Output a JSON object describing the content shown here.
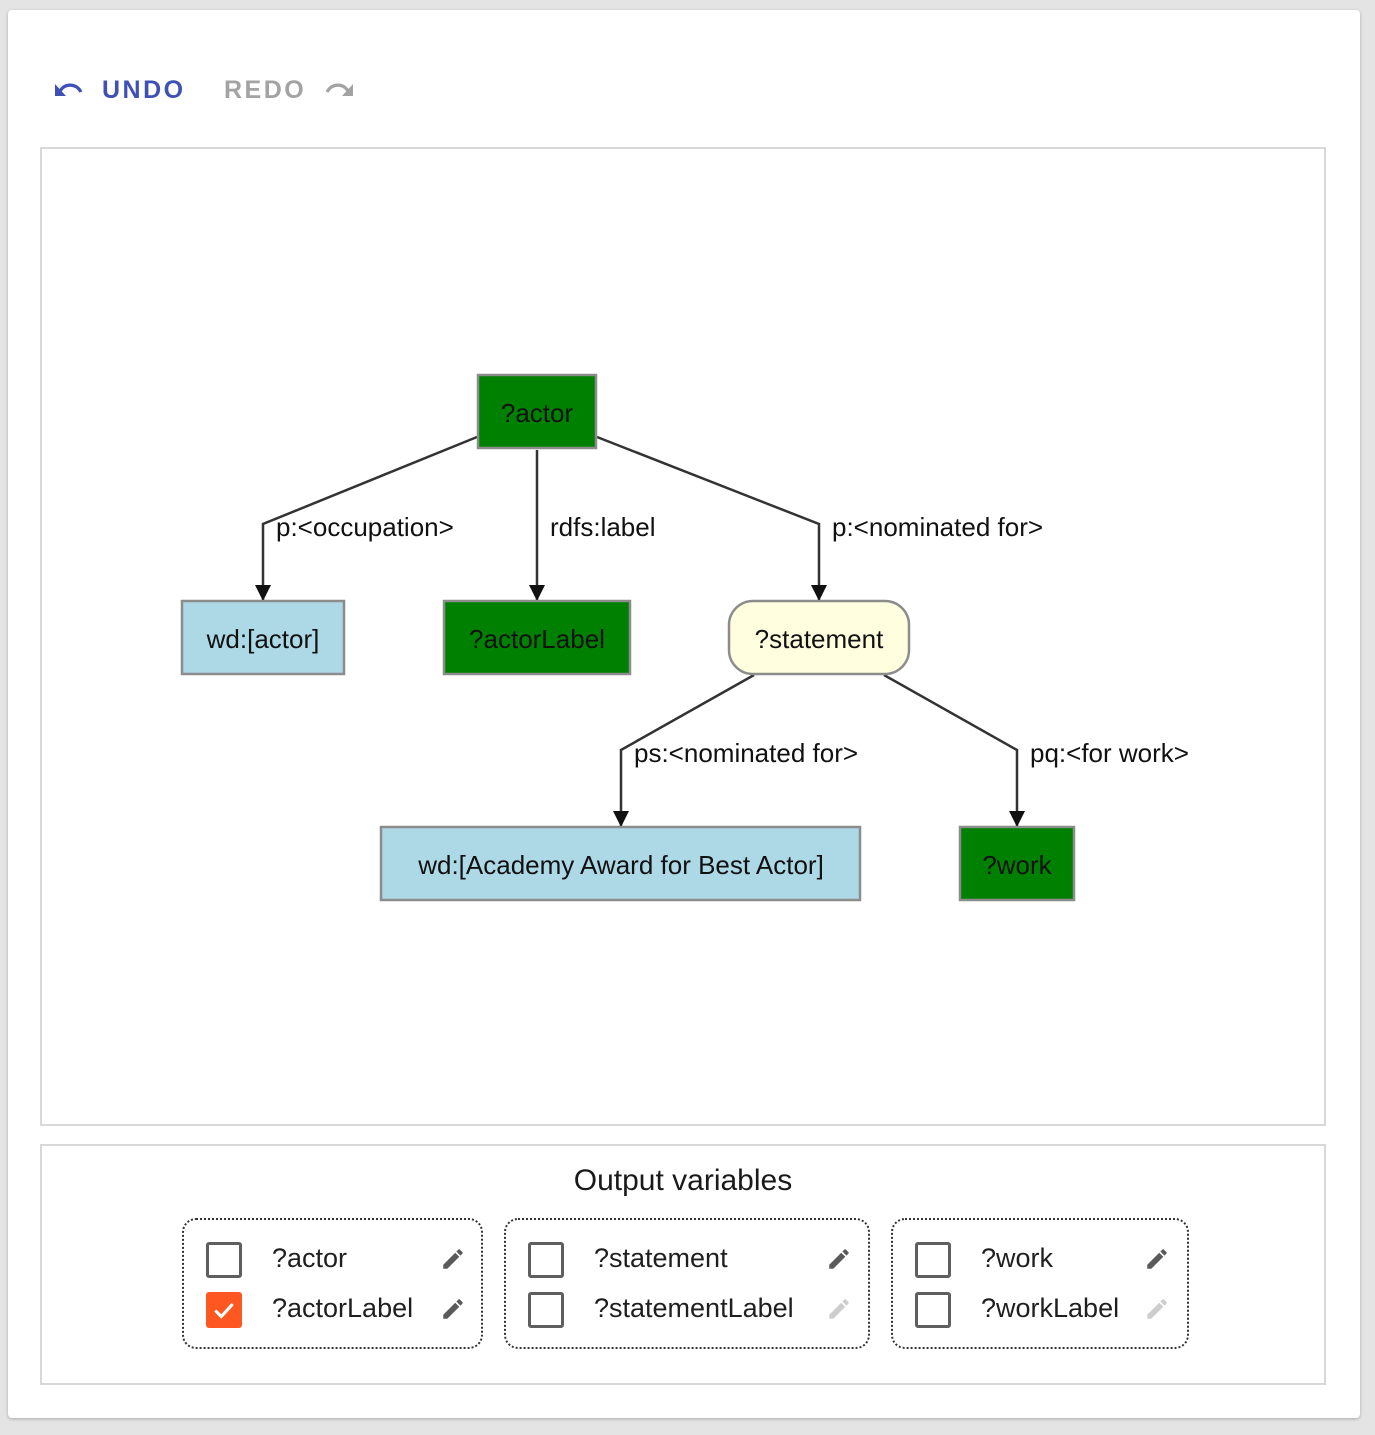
{
  "toolbar": {
    "undo_label": "UNDO",
    "redo_label": "REDO",
    "undo_icon": "undo-icon",
    "redo_icon": "redo-icon",
    "undo_color": "#3f51b5",
    "redo_color": "#a3a3a3"
  },
  "graph": {
    "nodes": {
      "actor": {
        "label": "?actor",
        "kind": "variable"
      },
      "wd_actor": {
        "label": "wd:[actor]",
        "kind": "entity"
      },
      "actor_label": {
        "label": "?actorLabel",
        "kind": "variable"
      },
      "statement": {
        "label": "?statement",
        "kind": "statement"
      },
      "wd_award": {
        "label": "wd:[Academy Award for Best Actor]",
        "kind": "entity"
      },
      "work": {
        "label": "?work",
        "kind": "variable"
      }
    },
    "edges": {
      "occupation": {
        "from": "?actor",
        "to": "wd:[actor]",
        "label": "p:<occupation>"
      },
      "rdfs_label": {
        "from": "?actor",
        "to": "?actorLabel",
        "label": "rdfs:label"
      },
      "nominated_for": {
        "from": "?actor",
        "to": "?statement",
        "label": "p:<nominated for>"
      },
      "ps_nominated_for": {
        "from": "?statement",
        "to": "wd:[Academy Award for Best Actor]",
        "label": "ps:<nominated for>"
      },
      "pq_for_work": {
        "from": "?statement",
        "to": "?work",
        "label": "pq:<for work>"
      }
    },
    "colors": {
      "variable": "#008000",
      "entity": "#add8e6",
      "statement": "#ffffe0",
      "node_border": "#8c8c8c"
    }
  },
  "output": {
    "title": "Output variables",
    "groups": [
      {
        "vars": [
          {
            "label": "?actor",
            "checked": false,
            "edit_enabled": true
          },
          {
            "label": "?actorLabel",
            "checked": true,
            "edit_enabled": true
          }
        ]
      },
      {
        "vars": [
          {
            "label": "?statement",
            "checked": false,
            "edit_enabled": true
          },
          {
            "label": "?statementLabel",
            "checked": false,
            "edit_enabled": false
          }
        ]
      },
      {
        "vars": [
          {
            "label": "?work",
            "checked": false,
            "edit_enabled": true
          },
          {
            "label": "?workLabel",
            "checked": false,
            "edit_enabled": false
          }
        ]
      }
    ],
    "checked_color": "#ff5722",
    "edit_icon": "pencil-icon"
  }
}
